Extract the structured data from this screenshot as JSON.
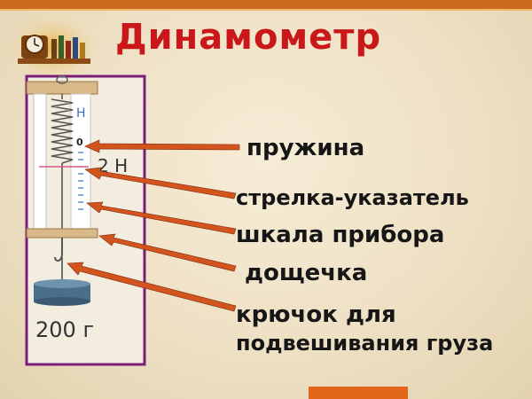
{
  "slide": {
    "title": "Динамометр",
    "colors": {
      "title": "#c9171a",
      "arrow": "#d4541e",
      "frame": "#7a1e7a",
      "board": "#d9b98a",
      "weight": "#4a6f8a"
    }
  },
  "device": {
    "scale_unit": "Н",
    "zero_mark": "0",
    "reading": "2 Н",
    "weight_label": "200 г"
  },
  "labels": [
    {
      "id": "spring",
      "text": "пружина"
    },
    {
      "id": "pointer",
      "text": "стрелка-указатель"
    },
    {
      "id": "scale",
      "text": "шкала прибора"
    },
    {
      "id": "board",
      "text": "дощечка"
    },
    {
      "id": "hook",
      "line1": "крючок для",
      "line2": "подвешивания груза"
    }
  ],
  "icons": [
    "clock-bookshelf-clipart-icon"
  ]
}
